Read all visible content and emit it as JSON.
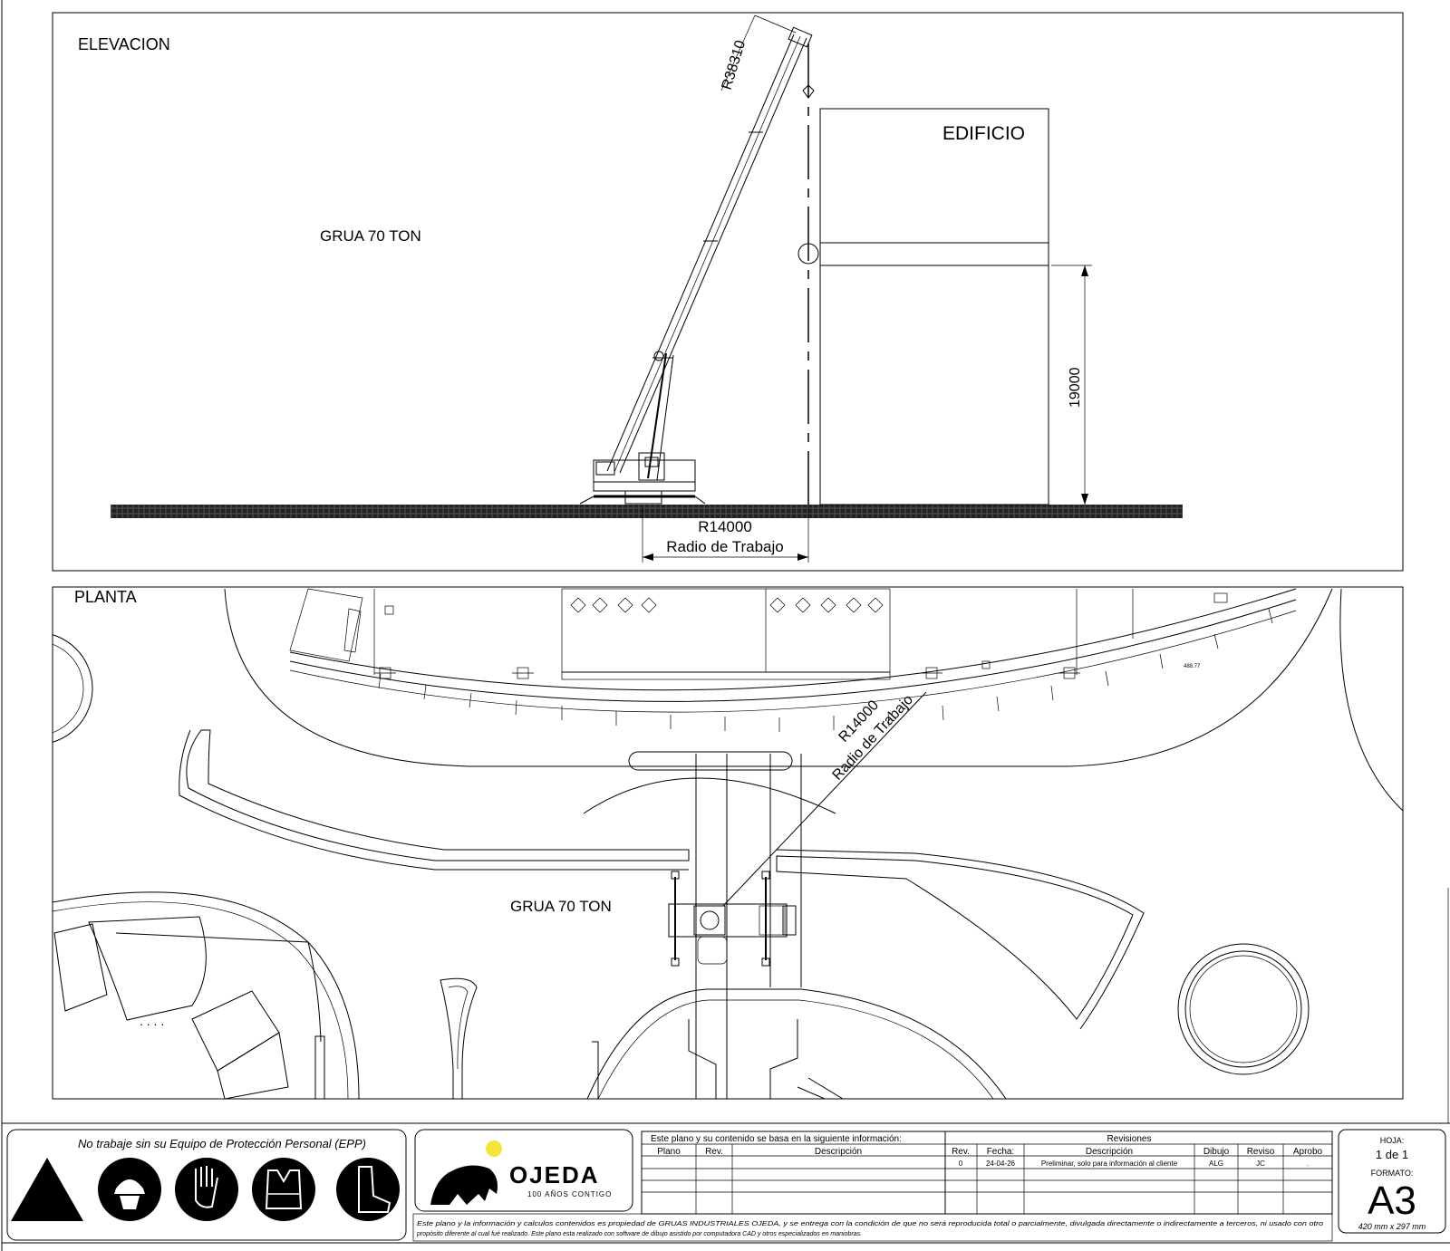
{
  "elevation": {
    "section_label": "ELEVACION",
    "crane_label": "GRUA 70 TON",
    "building_label": "EDIFICIO",
    "boom_radius_label": "R38310",
    "height_label": "19000",
    "radius_label": "R14000",
    "radius_caption": "Radio de Trabajo"
  },
  "plan": {
    "section_label": "PLANTA",
    "crane_label": "GRUA 70 TON",
    "radius_label": "R14000",
    "radius_caption": "Radio de Trabajo",
    "small_value": "488.77"
  },
  "title_block": {
    "epp_warning": "No trabaje sin su Equipo de Protección Personal (EPP)",
    "logo_name": "OJEDA",
    "logo_tagline": "100 AÑOS CONTIGO",
    "info_header": "Este plano y su contenido se basa en la siguiente información:",
    "info_columns": [
      "Plano",
      "Rev.",
      "Descripción"
    ],
    "revisions_header": "Revisiones",
    "revision_columns": [
      "Rev.",
      "Fecha:",
      "Descripción",
      "Dibujo",
      "Reviso",
      "Aprobo"
    ],
    "revision_rows": [
      [
        "0",
        "24-04-26",
        "Preliminar, solo para información al cliente",
        "ALG",
        "JC",
        "."
      ]
    ],
    "disclaimer_line1": "Este plano y la información y calculos contenidos es propiedad de GRUAS INDUSTRIALES OJEDA, y se entrega con la condición de que no será reproducida total o parcialmente, divulgada directamente o indirectamente a terceros, ni usado con otro",
    "disclaimer_line2": "propósito diferente al cual fué realizado. Este plano esta realizado con software de dibujo asistido por computadora CAD y otros especializados en maniobras.",
    "sheet_label": "HOJA:",
    "sheet_value": "1 de 1",
    "format_label": "FORMATO:",
    "format_value": "A3",
    "format_size": "420 mm x 297 mm"
  }
}
